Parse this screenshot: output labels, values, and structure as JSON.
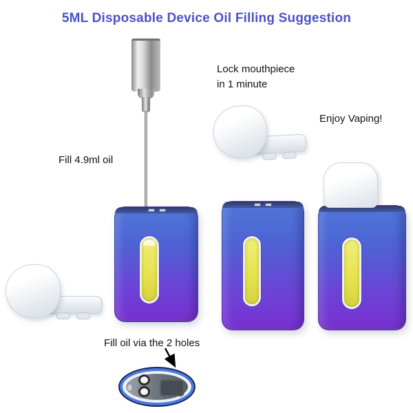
{
  "title": "5ML Disposable Device Oil Filling Suggestion",
  "labels": {
    "fill_oil": "Fill 4.9ml oil",
    "lock_line1": "Lock mouthpiece",
    "lock_line2": "in 1 minute",
    "enjoy": "Enjoy Vaping!",
    "fill_holes": "Fill oil via the 2 holes"
  },
  "colors": {
    "title_text": "#4a52c8",
    "device_gradient_top": "#4f77d8",
    "device_gradient_bottom": "#7a30d2",
    "oil_window": "#e6e24e",
    "mouthpiece_white": "#ffffff",
    "bottom_view_blue": "#4a7ae0"
  }
}
